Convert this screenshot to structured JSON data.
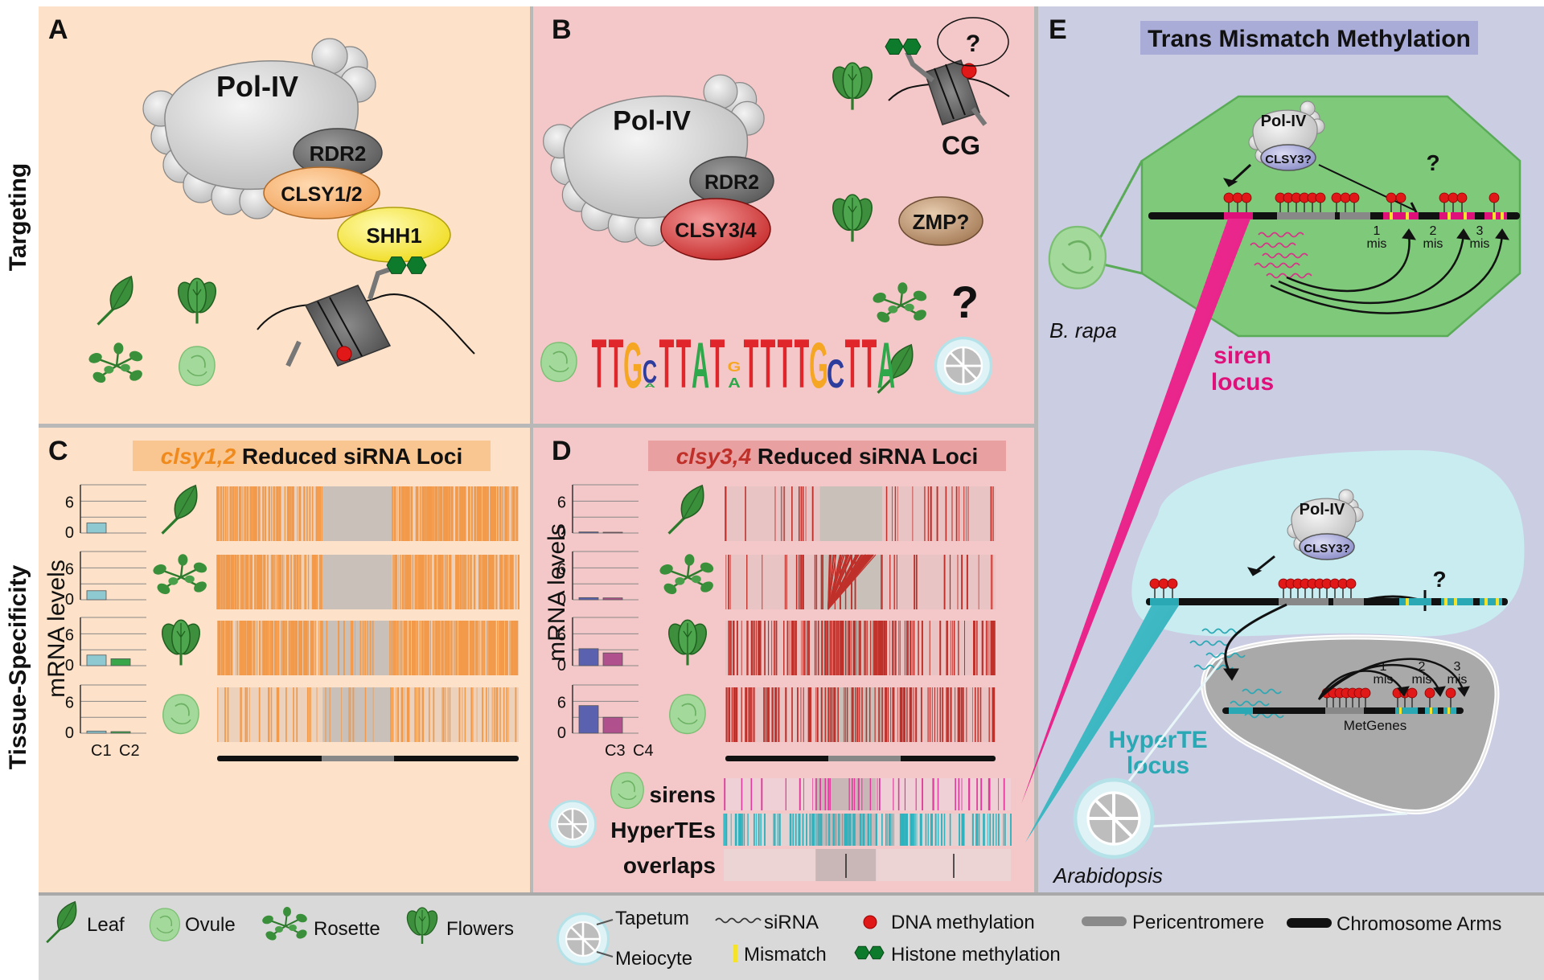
{
  "rows": {
    "top": "Targeting",
    "bottom": "Tissue-Specificity"
  },
  "panelA": {
    "letter": "A",
    "polymerase": "Pol-IV",
    "rdr": "RDR2",
    "clsy": "CLSY1/2",
    "shh": "SHH1"
  },
  "panelB": {
    "letter": "B",
    "polymerase": "Pol-IV",
    "rdr": "RDR2",
    "clsy": "CLSY3/4",
    "cg": "CG",
    "question": "?",
    "zmp": "ZMP?",
    "big_question": "?",
    "motif": "TTGcTTATGTTTTGCTTA",
    "motif_colors": {
      "T": "#e0252b",
      "G": "#f5a623",
      "C": "#2d3d9e",
      "A": "#2ea84a"
    }
  },
  "panelC": {
    "letter": "C",
    "title_italic": "clsy1,2",
    "title_rest": " Reduced siRNA Loci",
    "ylabel": "mRNA levels",
    "ytick_top": "6",
    "ytick_bottom": "0",
    "xlabels": [
      "C1",
      "C2"
    ],
    "color": "#f29a4a",
    "bar_colors": [
      "#8ec9d2",
      "#3aa64a"
    ]
  },
  "panelD": {
    "letter": "D",
    "title_italic": "clsy3,4",
    "title_rest": " Reduced siRNA Loci",
    "ylabel": "mRNA levels",
    "ytick_top": "6",
    "ytick_bottom": "0",
    "xlabels": [
      "C3",
      "C4"
    ],
    "color": "#c0302a",
    "bar_colors": [
      "#5a62b0",
      "#b0508c"
    ],
    "sirens": "sirens",
    "hypertes": "HyperTEs",
    "overlaps": "overlaps"
  },
  "panelE": {
    "letter": "E",
    "title": "Trans Mismatch Methylation",
    "polymerase": "Pol-IV",
    "clsy": "CLSY3?",
    "question": "?",
    "mis": [
      "1",
      "2",
      "3"
    ],
    "mis_word": "mis",
    "brapa": "B. rapa",
    "siren_locus": [
      "siren",
      "locus"
    ],
    "hyperte_locus": [
      "HyperTE",
      "locus"
    ],
    "metgenes": "MetGenes",
    "arabidopsis": "Arabidopsis"
  },
  "legend": {
    "leaf": "Leaf",
    "ovule": "Ovule",
    "rosette": "Rosette",
    "flowers": "Flowers",
    "tapetum": "Tapetum",
    "meiocyte": "Meiocyte",
    "sirna": "siRNA",
    "mismatch": "Mismatch",
    "dna_meth": "DNA methylation",
    "histone_meth": "Histone methylation",
    "pericentromere": "Pericentromere",
    "chromosome_arms": "Chromosome Arms"
  }
}
